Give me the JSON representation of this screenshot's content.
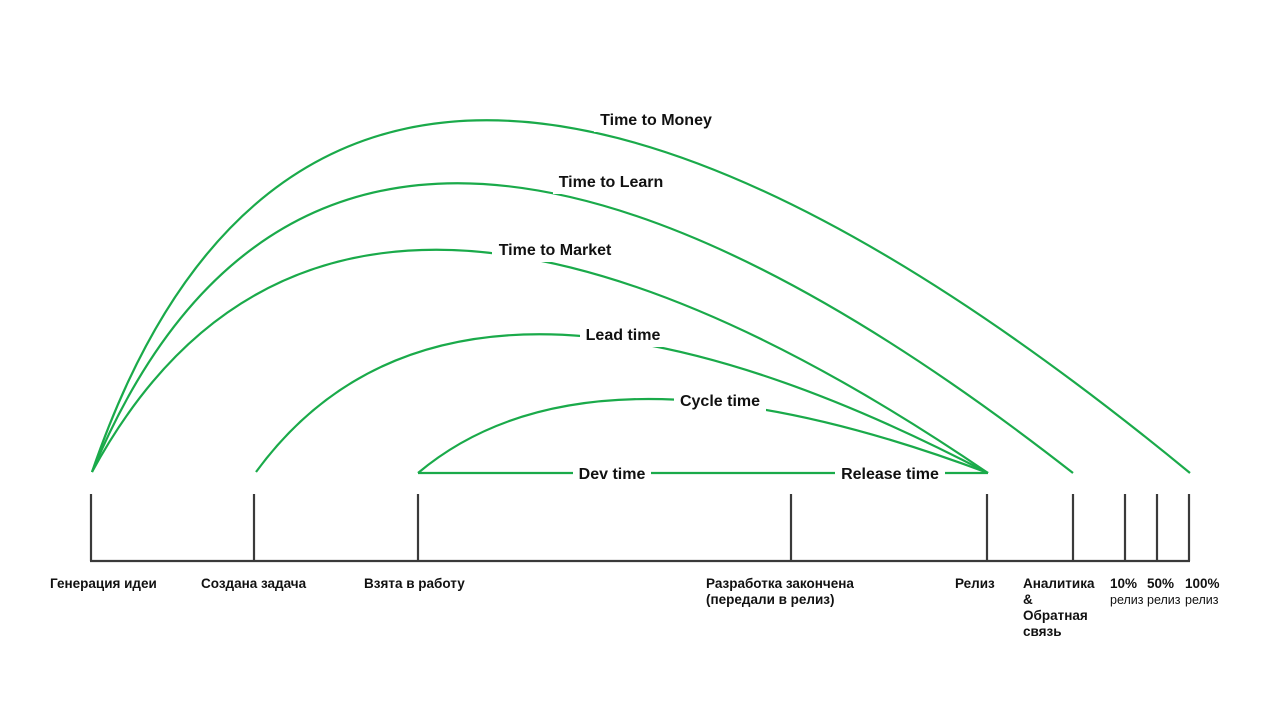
{
  "metrics": {
    "time_to_money": "Time to Money",
    "time_to_learn": "Time to Learn",
    "time_to_market": "Time to Market",
    "lead_time": "Lead time",
    "cycle_time": "Cycle time",
    "dev_time": "Dev time",
    "release_time": "Release time"
  },
  "stages": {
    "idea": "Генерация идеи",
    "task_created": "Создана задача",
    "in_progress": "Взята в работу",
    "dev_done": "Разработка закончена\n(передали в релиз)",
    "release": "Релиз",
    "analytics": "Аналитика\n&\nОбратная\nсвязь",
    "release_10": "10%",
    "release_50": "50%",
    "release_100": "100%",
    "release_word": "релиз"
  },
  "colors": {
    "arc": "#1aaa4a",
    "axis": "#3a3a3a",
    "text": "#111111"
  }
}
